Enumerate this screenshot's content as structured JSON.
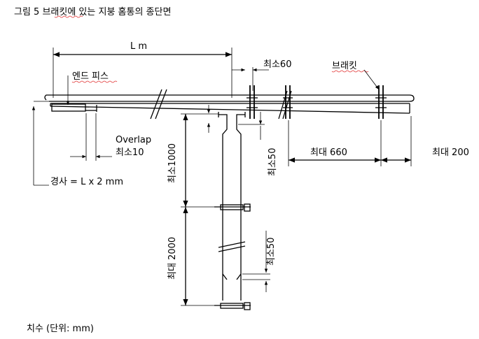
{
  "title": "그림 5 브래킷에 있는 지붕 홈통의 종단면",
  "labels": {
    "length": "L m",
    "end_piece": "엔드 피스",
    "min60": "최소60",
    "bracket": "브래킷",
    "overlap": "Overlap",
    "overlap_min": "최소10",
    "min1000": "최소1000",
    "min50_top": "최소50",
    "max660": "최대 660",
    "max200": "최대 200",
    "slope": "경사 = L x 2 mm",
    "max2000": "최대 2000",
    "min50_bottom": "최소50",
    "units": "치수 (단위: mm)"
  }
}
